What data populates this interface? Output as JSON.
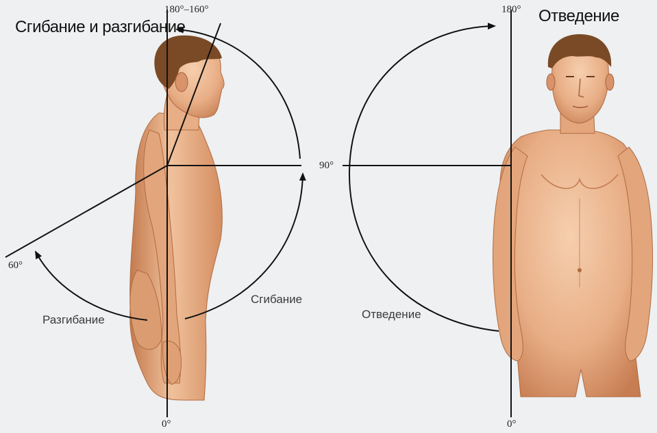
{
  "titles": {
    "flexion_extension": "Сгибание и разгибание",
    "abduction": "Отведение"
  },
  "labels": {
    "extension": "Разгибание",
    "flexion": "Сгибание",
    "abduction": "Отведение"
  },
  "degrees": {
    "top_left": "180°–160°",
    "top_right": "180°",
    "middle": "90°",
    "extension_angle": "60°",
    "bottom_left": "0°",
    "bottom_right": "0°"
  },
  "illustrations": {
    "left": "side-view-male-figure",
    "right": "front-view-male-figure"
  },
  "colors": {
    "background": "#eef0f1",
    "skin": "#e8ae86",
    "skin_shadow": "#c0764a",
    "hair": "#7a4a26",
    "line": "#111111"
  }
}
